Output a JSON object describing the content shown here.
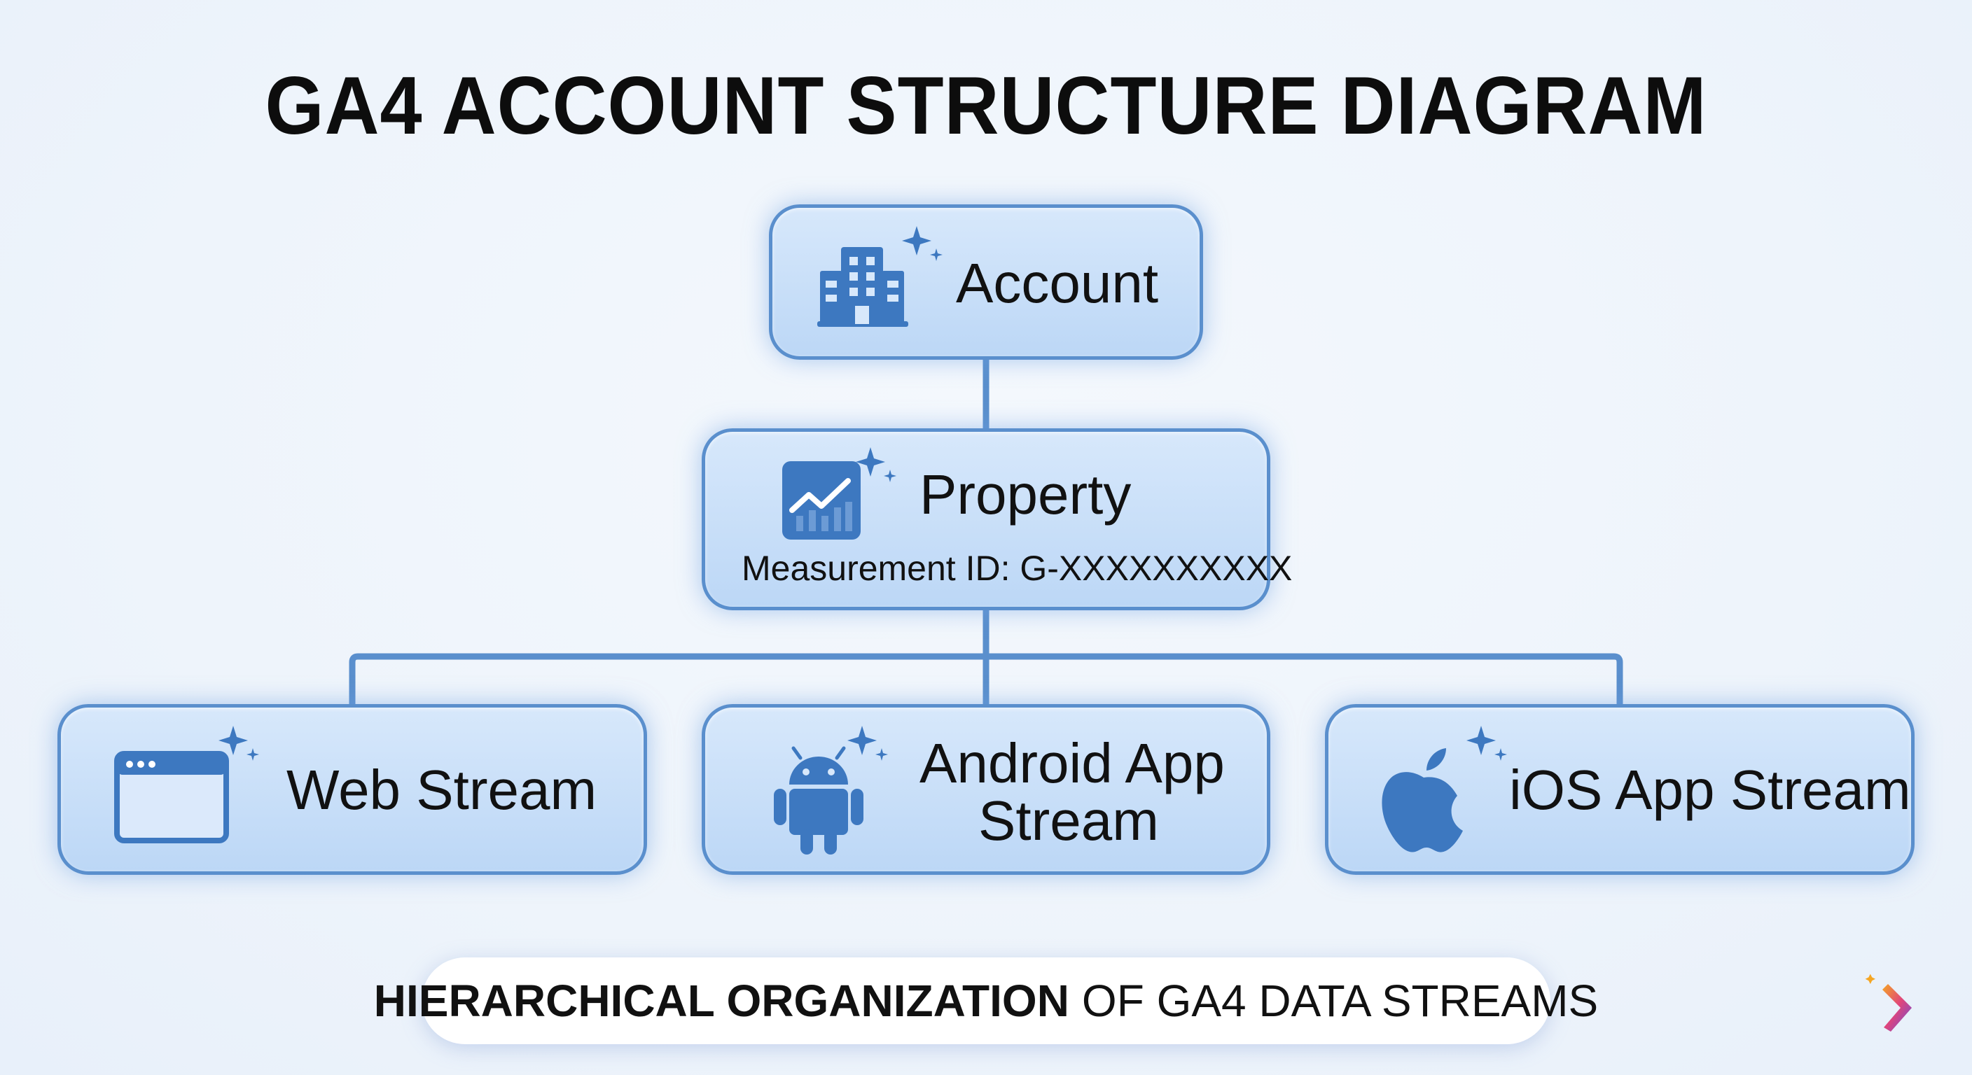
{
  "title": "GA4 ACCOUNT STRUCTURE DIAGRAM",
  "nodes": {
    "account": {
      "label": "Account",
      "icon": "building-icon"
    },
    "property": {
      "label": "Property",
      "sublabel": "Measurement ID: G-XXXXXXXXXX",
      "icon": "analytics-chart-icon"
    },
    "web": {
      "label": "Web Stream",
      "icon": "browser-window-icon"
    },
    "android": {
      "label_line1": "Android App",
      "label_line2": "Stream",
      "icon": "android-icon"
    },
    "ios": {
      "label": "iOS App Stream",
      "icon": "apple-icon"
    }
  },
  "footer": {
    "bold": "HIERARCHICAL ORGANIZATION",
    "regular": "OF GA4 DATA STREAMS"
  },
  "colors": {
    "node_border": "#5a8fcd",
    "node_fill": "#c9def8",
    "connector": "#5a8fcd",
    "icon": "#3d78c0",
    "sparkle": "#3d78c0"
  }
}
